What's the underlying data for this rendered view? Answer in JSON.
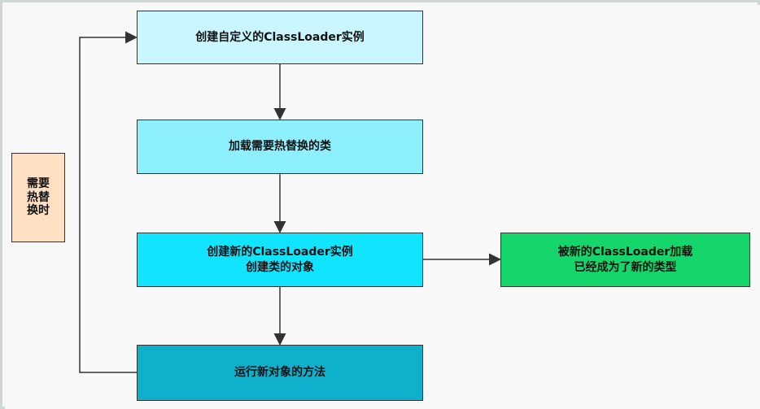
{
  "diagram": {
    "steps": [
      {
        "id": "step-1",
        "label": "创建自定义的ClassLoader实例"
      },
      {
        "id": "step-2",
        "label": "加载需要热替换的类"
      },
      {
        "id": "step-3",
        "label": "创建新的ClassLoader实例\n创建类的对象"
      },
      {
        "id": "step-4",
        "label": "运行新对象的方法"
      }
    ],
    "side_note": "被新的ClassLoader加载\n已经成为了新的类型",
    "loop_label": "需要\n热替\n换时",
    "colors": {
      "step_1": "#c9f6ff",
      "step_2": "#8ef0ff",
      "step_3": "#11e4ff",
      "step_4": "#0eb0cb",
      "side_note": "#14d66b",
      "loop_label": "#ffe0c2",
      "line": "#333333"
    }
  }
}
